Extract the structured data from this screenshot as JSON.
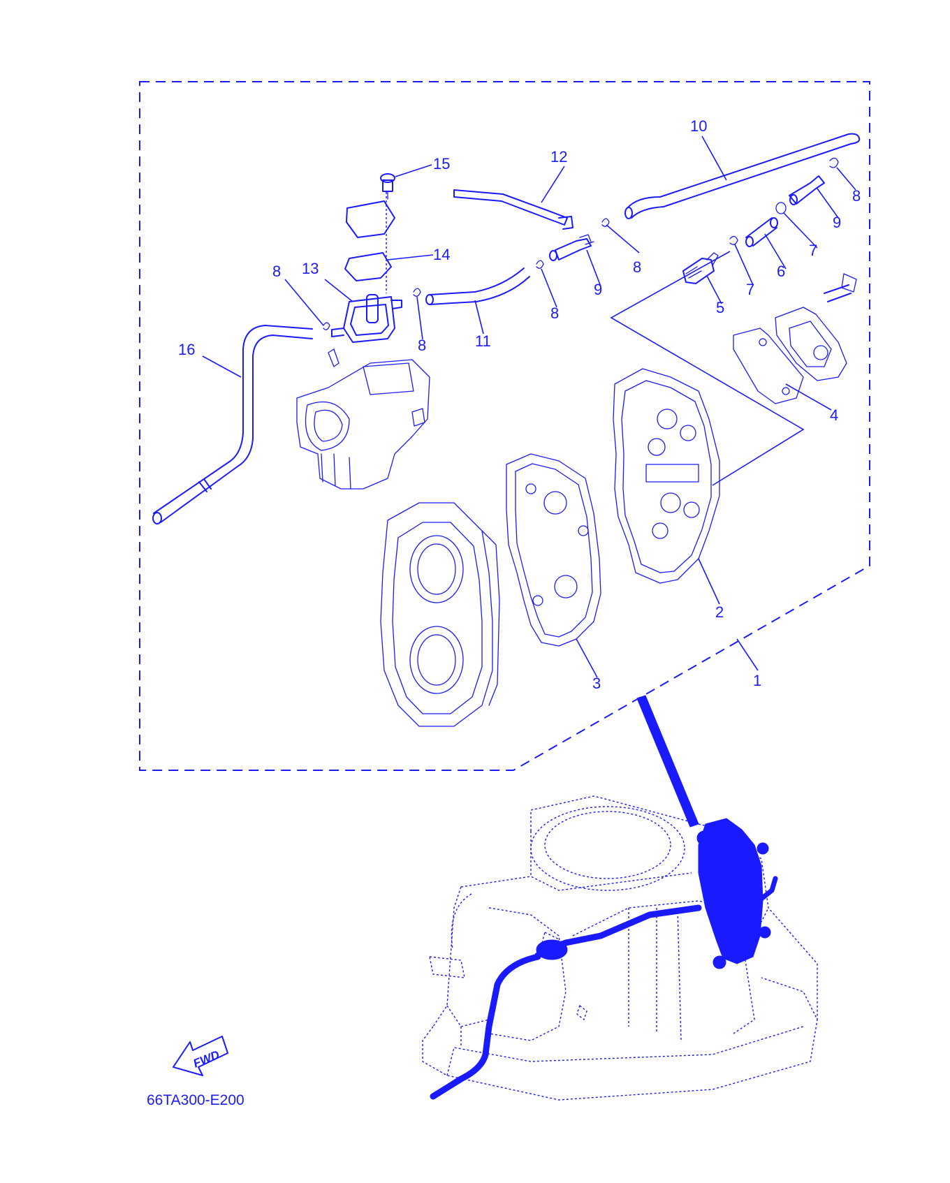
{
  "diagram": {
    "drawing_code": "66TA300-E200",
    "fwd_marker": "FWD",
    "callouts": [
      {
        "id": "c1",
        "text": "1"
      },
      {
        "id": "c2",
        "text": "2"
      },
      {
        "id": "c3",
        "text": "3"
      },
      {
        "id": "c4",
        "text": "4"
      },
      {
        "id": "c5",
        "text": "5"
      },
      {
        "id": "c6",
        "text": "6"
      },
      {
        "id": "c7a",
        "text": "7"
      },
      {
        "id": "c7b",
        "text": "7"
      },
      {
        "id": "c8a",
        "text": "8"
      },
      {
        "id": "c8b",
        "text": "8"
      },
      {
        "id": "c8c",
        "text": "8"
      },
      {
        "id": "c8d",
        "text": "8"
      },
      {
        "id": "c8e",
        "text": "8"
      },
      {
        "id": "c9a",
        "text": "9"
      },
      {
        "id": "c9b",
        "text": "9"
      },
      {
        "id": "c10",
        "text": "10"
      },
      {
        "id": "c11",
        "text": "11"
      },
      {
        "id": "c12",
        "text": "12"
      },
      {
        "id": "c13",
        "text": "13"
      },
      {
        "id": "c14",
        "text": "14"
      },
      {
        "id": "c15",
        "text": "15"
      },
      {
        "id": "c16",
        "text": "16"
      }
    ],
    "colors": {
      "ink": "#1a1aff",
      "background": "#ffffff"
    }
  }
}
